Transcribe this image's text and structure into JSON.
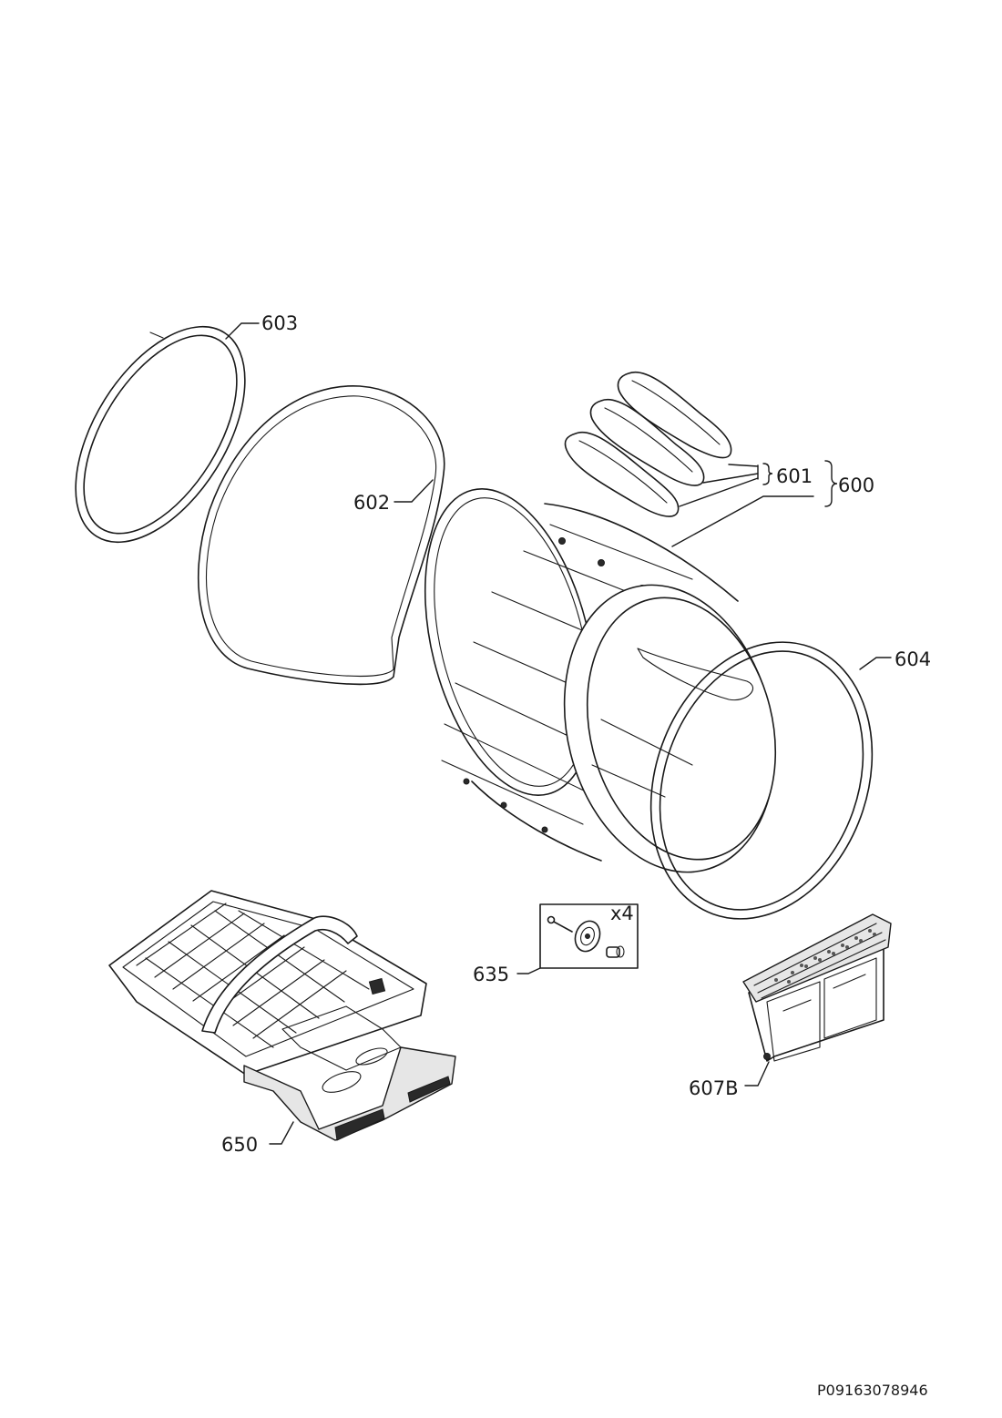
{
  "labels": {
    "p603": "603",
    "p602": "602",
    "p601": "601",
    "p600": "600",
    "p604": "604",
    "p635": "635",
    "p635_qty": "x4",
    "p650": "650",
    "p607b": "607B"
  },
  "drawing_ref": "P09163078946"
}
